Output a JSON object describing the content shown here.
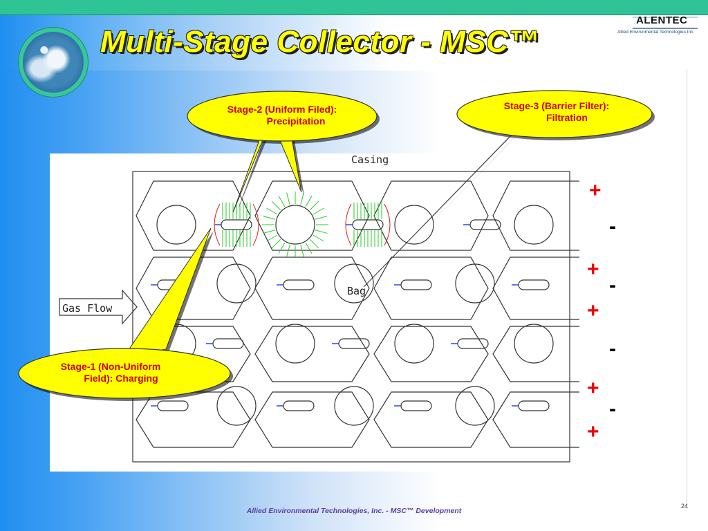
{
  "slide": {
    "title": "Multi-Stage Collector - MSC™",
    "logo": {
      "name": "ALENTEC",
      "subtitle": "Allied Environmental Technologies Inc."
    },
    "footer": "Allied Environmental Technologies, Inc. - MSC™ Development",
    "page_number": "24"
  },
  "diagram": {
    "casing_label": "Casing",
    "gas_flow_label": "Gas Flow",
    "bag_label": "Bag"
  },
  "callouts": {
    "stage2": {
      "line1": "Stage-2 (Uniform Filed):",
      "line2": "Precipitation"
    },
    "stage3": {
      "line1": "Stage-3 (Barrier Filter):",
      "line2": "Filtration"
    },
    "stage1": {
      "line1": "Stage-1 (Non-Uniform",
      "line2": "Field): Charging"
    }
  },
  "polarity_signs": [
    "+",
    "-",
    "+",
    "-",
    "+",
    "-",
    "+",
    "-",
    "+"
  ],
  "colors": {
    "top_bar": "#2fc495",
    "title": "#ffff00",
    "callout_fill": "#ffff00",
    "callout_text": "#cc0000",
    "plus": "#ee0000",
    "field_green": "#22cc22",
    "field_red": "#dd2222",
    "electrode_blue": "#1a3fd1"
  },
  "icons": [
    "globe-icon",
    "alentec-logo"
  ]
}
